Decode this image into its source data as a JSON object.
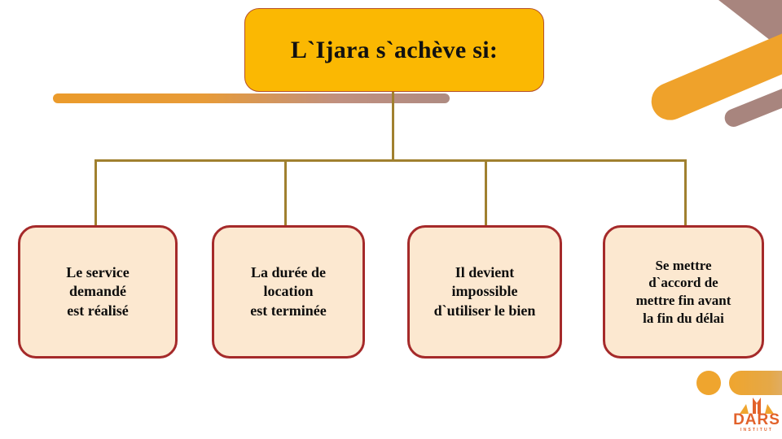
{
  "slide": {
    "title": "L`Ijara s`achève si:",
    "background_color": "#FFFFFF"
  },
  "colors": {
    "title_fill": "#FBB802",
    "title_border": "#B5502A",
    "node_fill": "#FCE8D0",
    "node_border": "#A52A2A",
    "connector": "#A0802F",
    "accent_orange": "#EFA52E",
    "accent_mauve": "#A8857E",
    "accent_maroon": "#9B2B20",
    "logo_color": "#E2622B",
    "text_color": "#0D0D0D"
  },
  "nodes": [
    {
      "id": "node-1",
      "label": "Le service\ndemandé\nest réalisé"
    },
    {
      "id": "node-2",
      "label": "La durée de\nlocation\nest terminée"
    },
    {
      "id": "node-3",
      "label": "Il devient\nimpossible\nd`utiliser le bien"
    },
    {
      "id": "node-4",
      "label": "Se mettre\nd`accord de\nmettre fin avant\nla fin du délai"
    }
  ],
  "logo": {
    "name": "DARS",
    "subtitle": "INSTITUT"
  },
  "decorations": [
    {
      "name": "mauve-wide-bar",
      "color": "#A8857E"
    },
    {
      "name": "orange-diagonal-bar",
      "color": "#EFA22B"
    },
    {
      "name": "mauve-thin-bar",
      "color": "#A8857E"
    },
    {
      "name": "maroon-corner",
      "color": "#9B2B20"
    },
    {
      "name": "orange-circle",
      "color": "#EFA52E"
    },
    {
      "name": "orange-pill",
      "color": "#EFA52E"
    }
  ]
}
